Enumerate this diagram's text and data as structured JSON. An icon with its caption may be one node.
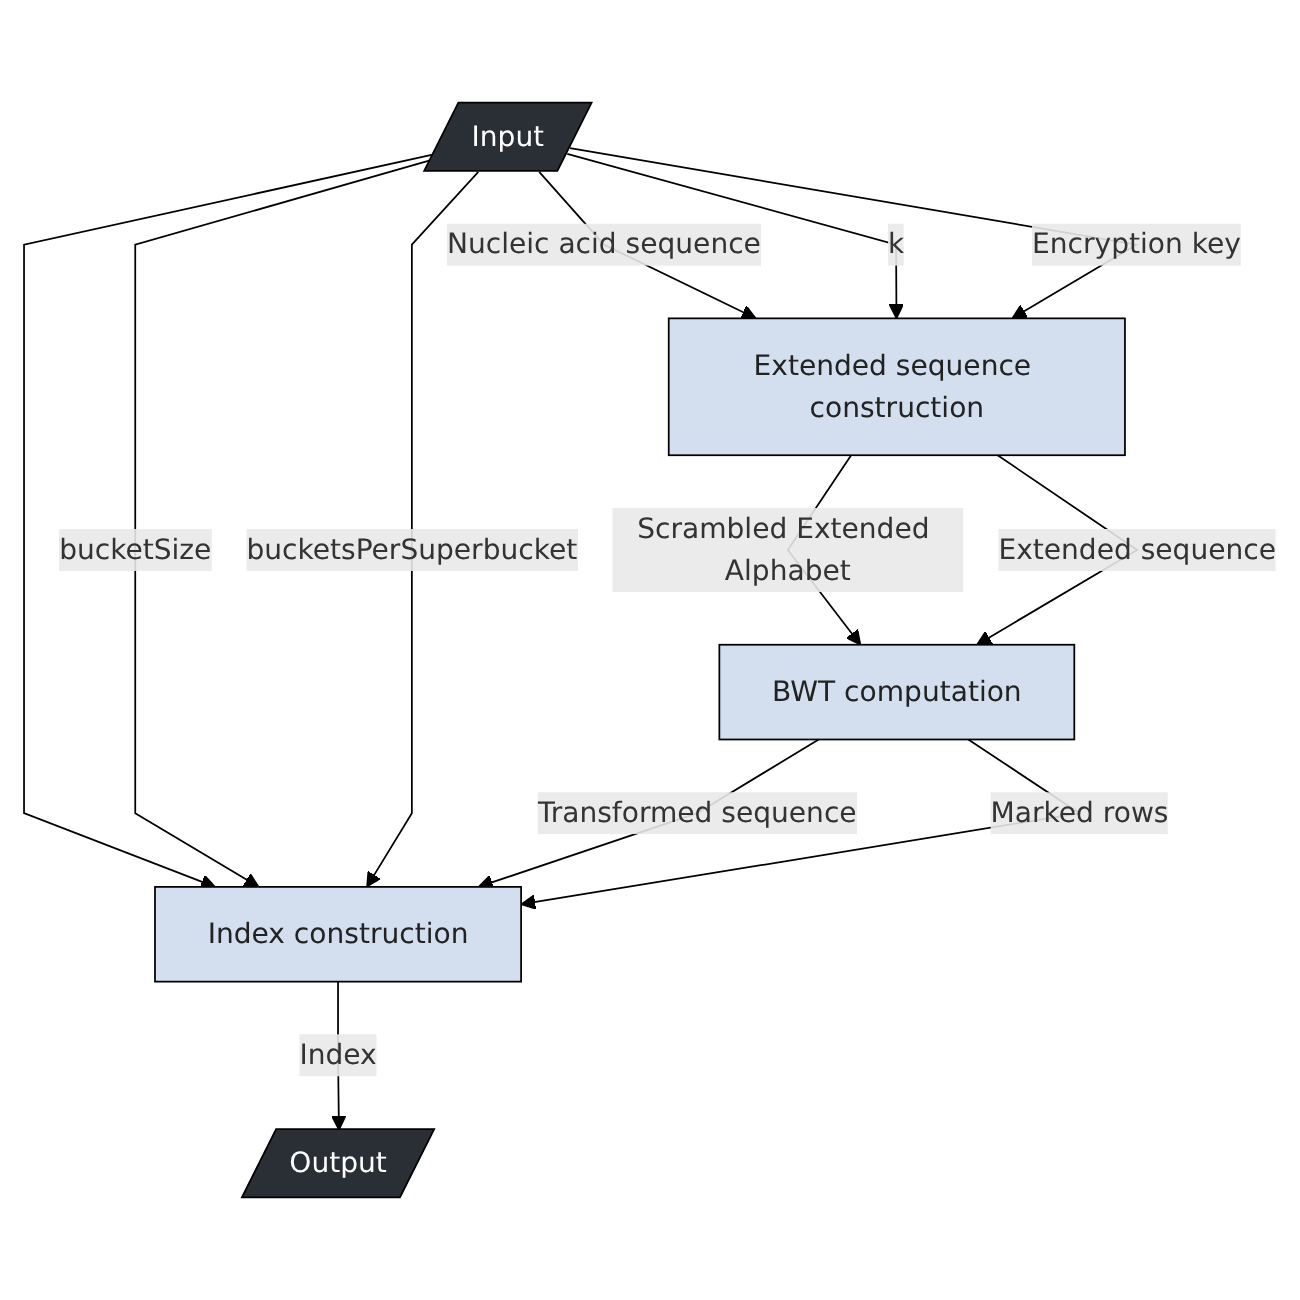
{
  "diagram": {
    "nodes": [
      {
        "text": [
          "Input"
        ]
      },
      {
        "text": [
          "Extended sequence construction"
        ]
      },
      {
        "text": [
          "BWT computation"
        ]
      },
      {
        "text": [
          "Index construction"
        ]
      },
      {
        "text": [
          "Output"
        ]
      }
    ],
    "edges": [
      {
        "from": 0,
        "to": 1,
        "arrow": "to",
        "label": "Nucleic acid sequence"
      },
      {
        "from": 0,
        "to": 1,
        "arrow": "to",
        "label": "k"
      },
      {
        "from": 0,
        "to": 1,
        "arrow": "to",
        "label": "Encryption key"
      },
      {
        "from": 0,
        "to": 3,
        "arrow": "to"
      },
      {
        "from": 0,
        "to": 3,
        "arrow": "to",
        "label": "bucketSize"
      },
      {
        "from": 0,
        "to": 3,
        "arrow": "to",
        "label": "bucketsPerSuperbucket"
      },
      {
        "from": 1,
        "to": 2,
        "arrow": "to",
        "label": "Scrambled Extended Alphabet"
      },
      {
        "from": 1,
        "to": 2,
        "arrow": "to",
        "label": "Extended sequence"
      },
      {
        "from": 2,
        "to": 3,
        "arrow": "to",
        "label": "Transformed sequence"
      },
      {
        "from": 2,
        "to": 3,
        "arrow": "to",
        "label": "Marked rows"
      },
      {
        "from": 3,
        "to": 4,
        "arrow": "to",
        "label": "Index"
      }
    ]
  }
}
